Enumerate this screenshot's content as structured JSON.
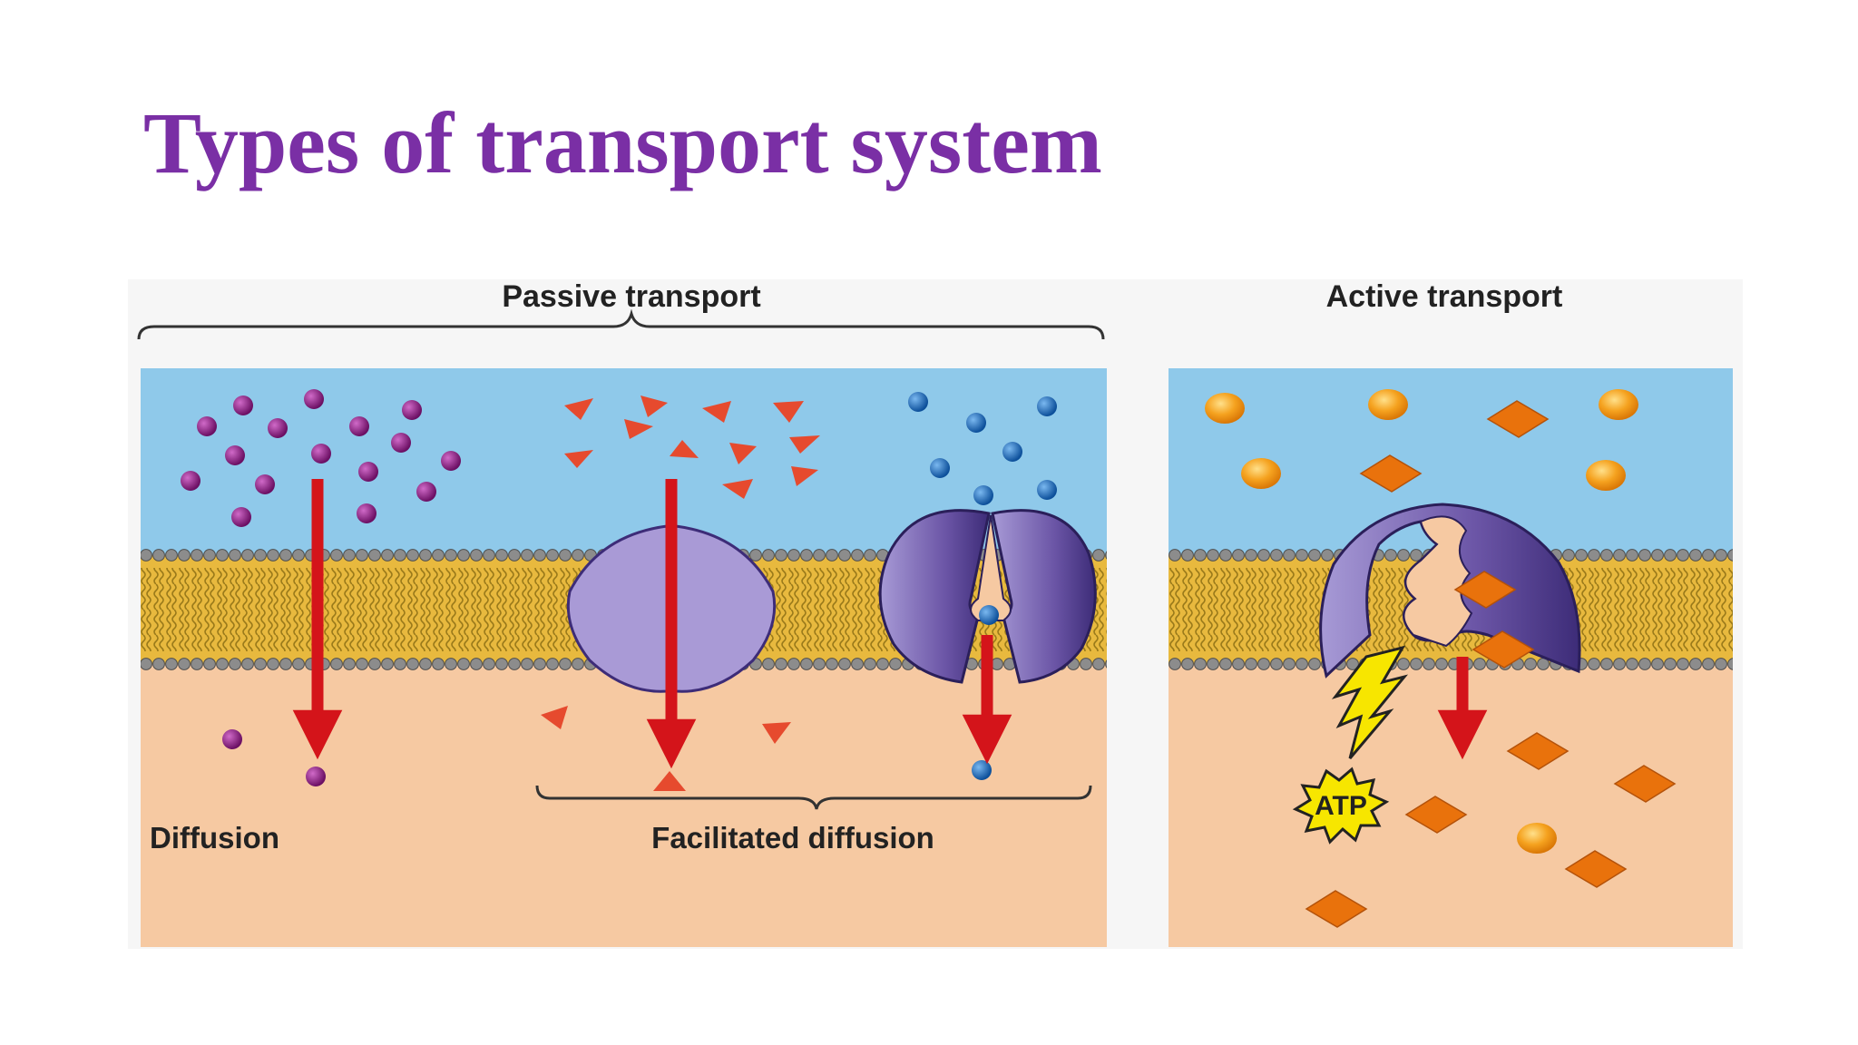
{
  "slide": {
    "title": "Types of transport system"
  },
  "diagram": {
    "headings": {
      "passive": "Passive transport",
      "active": "Active transport"
    },
    "labels": {
      "diffusion": "Diffusion",
      "facilitated": "Facilitated diffusion",
      "atp": "ATP"
    }
  },
  "colors": {
    "title": "#7a2fa5",
    "extracellular": "#8fc9ea",
    "cytoplasm": "#f6c9a2",
    "lipid_tails": "#e8b93e",
    "lipid_heads": "#8a8a8a",
    "arrow": "#d4141a",
    "diffusion_particles": "#8e1e82",
    "facilitated_triangles": "#e64a2e",
    "facilitated_beads": "#1f6fbf",
    "active_spheres": "#f29a18",
    "active_diamonds": "#e9720c",
    "protein": "#6e5aa8",
    "atp_burst": "#f7e600"
  }
}
